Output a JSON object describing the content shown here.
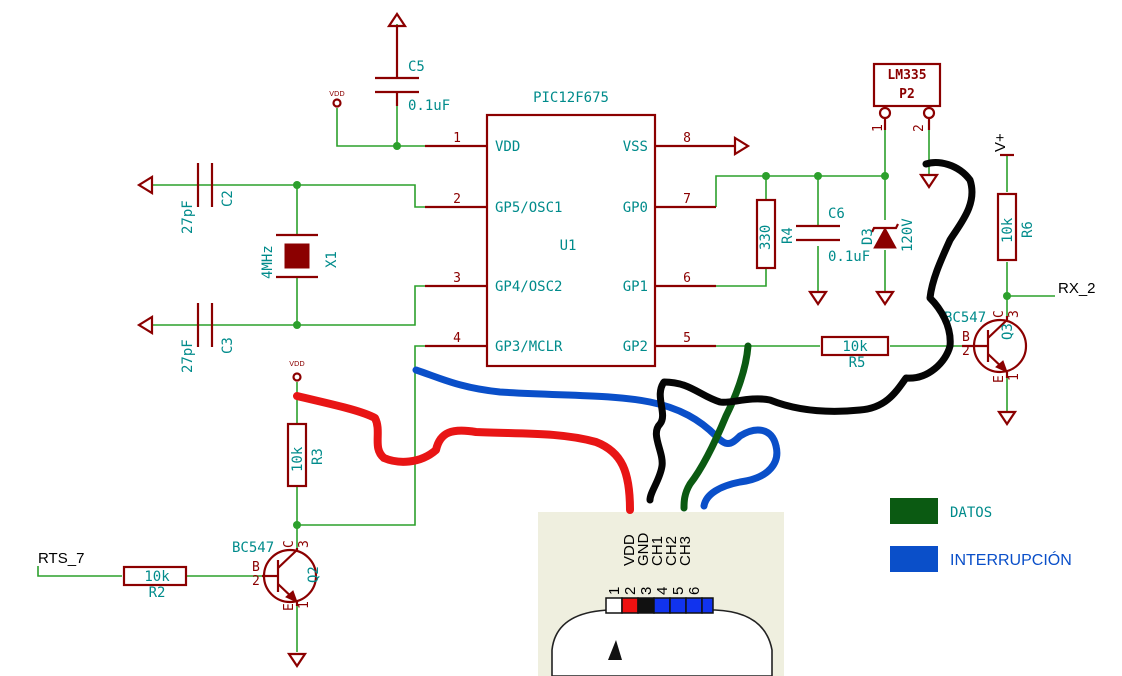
{
  "u1": {
    "name": "PIC12F675",
    "ref": "U1",
    "pins_left": [
      {
        "num": "1",
        "name": "VDD"
      },
      {
        "num": "2",
        "name": "GP5/OSC1"
      },
      {
        "num": "3",
        "name": "GP4/OSC2"
      },
      {
        "num": "4",
        "name": "GP3/MCLR"
      }
    ],
    "pins_right": [
      {
        "num": "8",
        "name": "VSS"
      },
      {
        "num": "7",
        "name": "GP0"
      },
      {
        "num": "6",
        "name": "GP1"
      },
      {
        "num": "5",
        "name": "GP2"
      }
    ]
  },
  "c5": {
    "ref": "C5",
    "value": "0.1uF"
  },
  "c6": {
    "ref": "C6",
    "value": "0.1uF"
  },
  "c2": {
    "ref": "C2",
    "value": "27pF"
  },
  "c3": {
    "ref": "C3",
    "value": "27pF"
  },
  "x1": {
    "ref": "X1",
    "value": "4MHz"
  },
  "r4": {
    "ref": "R4",
    "value": "330"
  },
  "r5": {
    "ref": "R5",
    "value": "10k"
  },
  "r6": {
    "ref": "R6",
    "value": "10k"
  },
  "r3": {
    "ref": "R3",
    "value": "10k"
  },
  "r2": {
    "ref": "R2",
    "value": "10k"
  },
  "d3": {
    "ref": "D3",
    "value": "120V"
  },
  "p2": {
    "ref": "P2",
    "value": "LM335",
    "pin1": "1",
    "pin2": "2"
  },
  "q3": {
    "ref": "Q3",
    "value": "BC547",
    "b": "B",
    "c": "C",
    "e": "E",
    "n2": "2",
    "n3": "3",
    "n1": "1"
  },
  "q2": {
    "ref": "Q2",
    "value": "BC547",
    "b": "B",
    "c": "C",
    "e": "E",
    "n2": "2",
    "n3": "3",
    "n1": "1"
  },
  "nets": {
    "vdd1": "VDD",
    "vdd2": "VDD",
    "vplus": "V+",
    "rx": "RX_2",
    "rts": "RTS_7"
  },
  "connector": {
    "labels": [
      "VDD",
      "GND",
      "CH1",
      "CH2",
      "CH3"
    ],
    "pins": [
      "1",
      "2",
      "3",
      "4",
      "5",
      "6"
    ]
  },
  "legend": {
    "datos": "DATOS",
    "interrupcion": "INTERRUPCIÓN",
    "datos_color": "#0b5a12",
    "int_color": "#0a4fc9"
  },
  "colors": {
    "wire": "#2ca02c",
    "component": "#8b0000",
    "text": "#008b8b"
  }
}
